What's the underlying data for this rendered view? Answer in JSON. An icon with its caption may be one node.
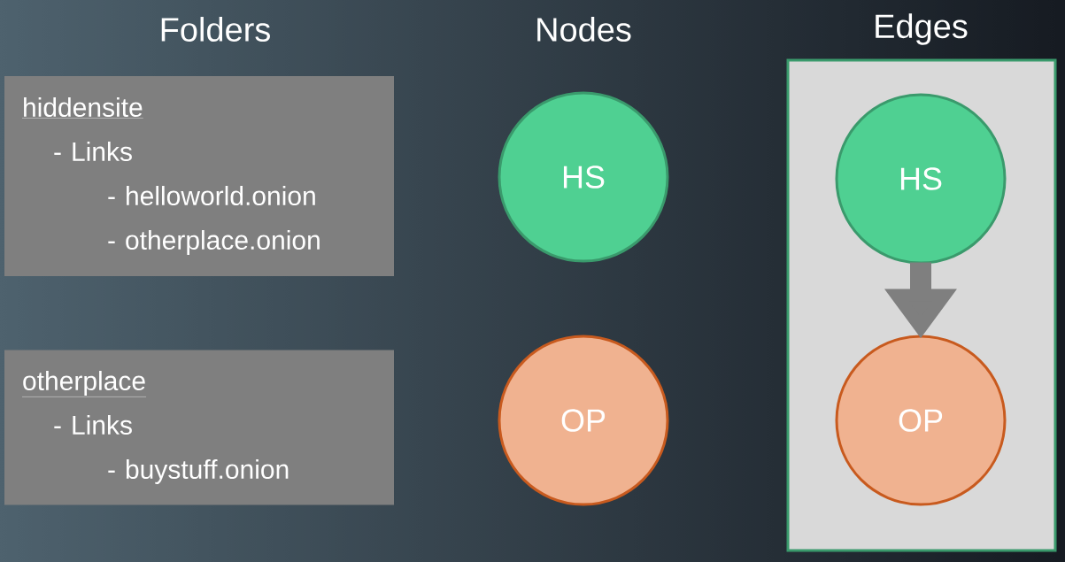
{
  "diagram": {
    "nodes": [
      {
        "text": [
          "hiddensite",
          "- Links",
          "- helloworld.onion",
          "- otherplace.onion"
        ]
      },
      {
        "text": [
          "otherplace",
          "- Links",
          "- buystuff.onion"
        ]
      },
      {
        "text": [
          "HS"
        ]
      },
      {
        "text": [
          "OP"
        ]
      },
      {
        "text": [],
        "shape": "box"
      },
      {
        "text": [
          "HS"
        ],
        "in": 4
      },
      {
        "text": [
          "OP"
        ],
        "in": 4
      }
    ],
    "edges": [
      {
        "from": 5,
        "to": 6,
        "arrow": "to"
      }
    ],
    "labels": [
      "Folders",
      "Nodes",
      "Edges"
    ]
  }
}
